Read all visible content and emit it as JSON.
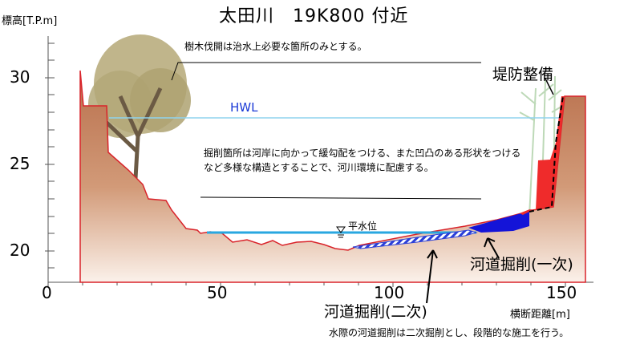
{
  "title": "太田川　19K800 付近",
  "axis": {
    "y_label": "標高[T.P.m]",
    "x_label": "横断距離[m]",
    "y_ticks": [
      "30",
      "25",
      "20"
    ],
    "x_ticks": [
      "0",
      "50",
      "100",
      "150"
    ]
  },
  "labels": {
    "hwl": "HWL",
    "water_level": "平水位",
    "levee": "堤防整備",
    "excavation_primary": "河道掘削(一次)",
    "excavation_secondary": "河道掘削(二次)"
  },
  "notes": {
    "tree": "樹木伐開は治水上必要な箇所のみとする。",
    "excavation": "掘削箇所は河岸に向かって緩勾配をつける、また凹凸のある形状をつけるなど多様な構造とすることで、河川環境に配慮する。",
    "bottom": "水際の河道掘削は二次掘削とし、段階的な施工を行う。"
  },
  "colors": {
    "ground": "#c07a54",
    "hwl_line": "#8fd3ee",
    "water_line": "#29a7e0",
    "levee_fill": "#ef2b2b",
    "excavation_primary": "#1414d8",
    "excavation_secondary": "#2a3fd8",
    "tree": "#b3a878"
  }
}
